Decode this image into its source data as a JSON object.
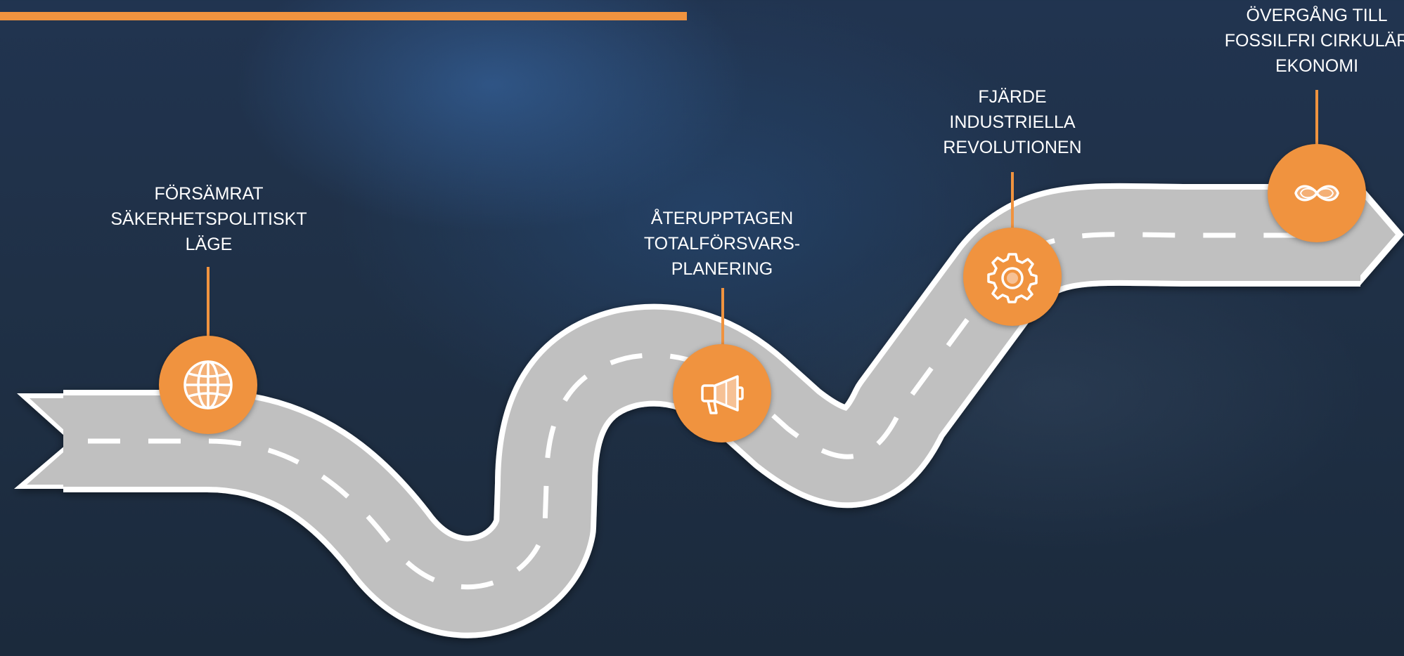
{
  "milestones": [
    {
      "label": "FÖRSÄMRAT\nSÄKERHETSPOLITISKT\nLÄGE",
      "icon": "globe-icon"
    },
    {
      "label": "ÅTERUPPTAGEN\nTOTALFÖRSVARS-\nPLANERING",
      "icon": "megaphone-icon"
    },
    {
      "label": "FJÄRDE\nINDUSTRIELLA\nREVOLUTIONEN",
      "icon": "gear-icon"
    },
    {
      "label": "ÖVERGÅNG TILL\nFOSSILFRI CIRKULÄR\nEKONOMI",
      "icon": "infinity-icon"
    }
  ],
  "colors": {
    "accent": "#f0933f",
    "road": "#c0c0c0",
    "road_edge": "#ffffff",
    "background": "#1f3046"
  }
}
